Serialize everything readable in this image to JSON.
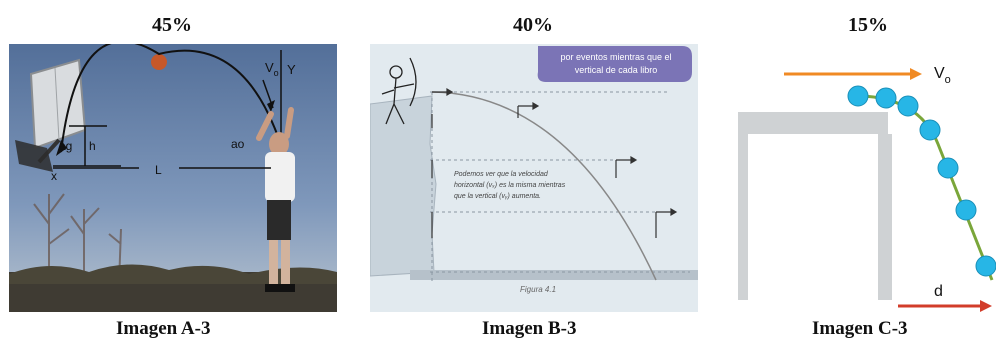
{
  "figures": [
    {
      "percent": "45%",
      "caption": "Imagen A-3",
      "labels": {
        "vo": "V",
        "vo_sub": "o",
        "y": "Y",
        "ag": "ag",
        "h": "h",
        "ao": "ao",
        "L": "L",
        "x": "x"
      }
    },
    {
      "percent": "40%",
      "caption": "Imagen B-3",
      "banner": [
        "por eventos mientras que el",
        "vertical de cada libro"
      ],
      "note": [
        "Podemos ver que la velocidad",
        "horizontal (vₓ) es la misma mientras",
        "que la vertical (vᵧ) aumenta."
      ],
      "figure_label": "Figura 4.1"
    },
    {
      "percent": "15%",
      "caption": "Imagen C-3",
      "labels": {
        "vo": "V",
        "vo_sub": "o",
        "d": "d"
      }
    }
  ],
  "colors": {
    "orange_arrow": "#f08a24",
    "red_arrow": "#d23c2a",
    "ball": "#27b6e6",
    "path": "#7aa63a"
  }
}
